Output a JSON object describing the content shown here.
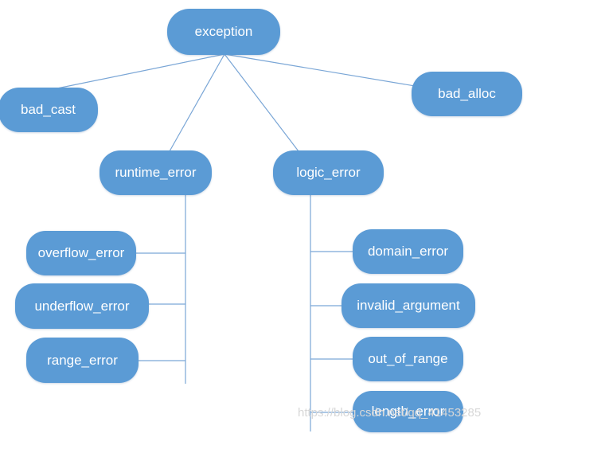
{
  "diagram": {
    "nodes": {
      "exception": "exception",
      "bad_cast": "bad_cast",
      "bad_alloc": "bad_alloc",
      "runtime_error": "runtime_error",
      "logic_error": "logic_error",
      "overflow_error": "overflow_error",
      "underflow_error": "underflow_error",
      "range_error": "range_error",
      "domain_error": "domain_error",
      "invalid_argument": "invalid_argument",
      "out_of_range": "out_of_range",
      "length_error": "length_error"
    },
    "edges": [
      [
        "exception",
        "bad_cast"
      ],
      [
        "exception",
        "bad_alloc"
      ],
      [
        "exception",
        "runtime_error"
      ],
      [
        "exception",
        "logic_error"
      ],
      [
        "runtime_error",
        "overflow_error"
      ],
      [
        "runtime_error",
        "underflow_error"
      ],
      [
        "runtime_error",
        "range_error"
      ],
      [
        "logic_error",
        "domain_error"
      ],
      [
        "logic_error",
        "invalid_argument"
      ],
      [
        "logic_error",
        "out_of_range"
      ],
      [
        "logic_error",
        "length_error"
      ]
    ],
    "colors": {
      "node_fill": "#5b9bd5",
      "node_text": "#ffffff",
      "line": "#7aa6d6"
    }
  },
  "watermark": "https://blog.csdn.net/qq_41453285"
}
